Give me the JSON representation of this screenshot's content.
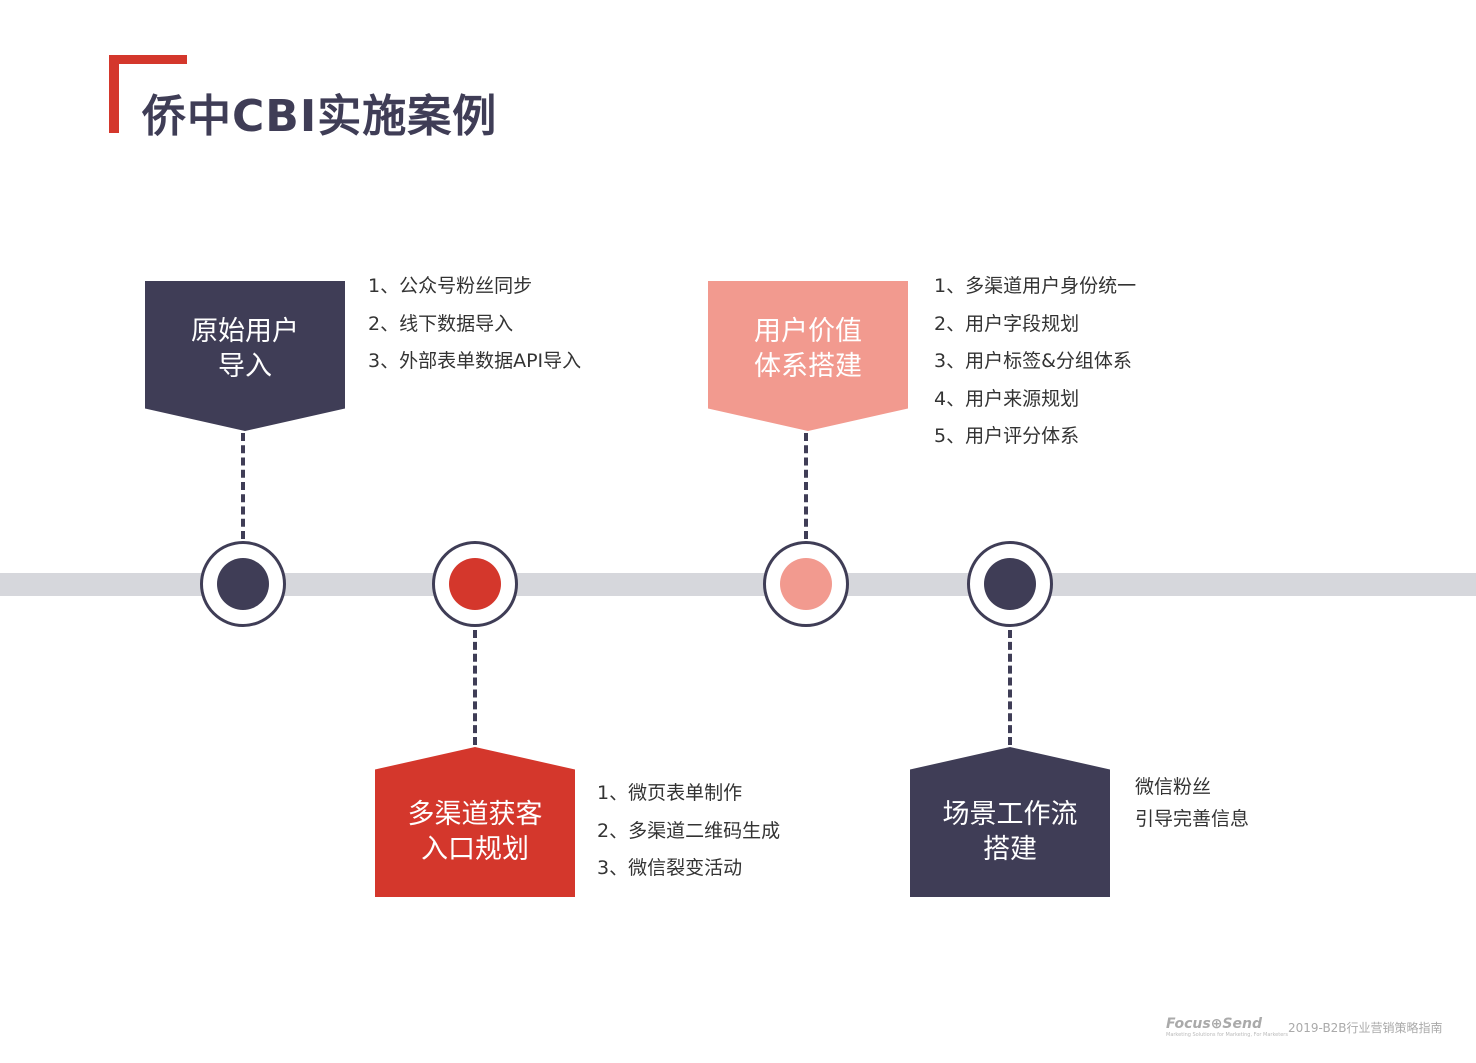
{
  "title": "侨中CBI实施案例",
  "colors": {
    "navy": "#3f3d56",
    "red": "#d4372c",
    "pink": "#f29a8f",
    "line": "#d6d7dc"
  },
  "steps": [
    {
      "label_line1": "原始用户",
      "label_line2": "导入",
      "items": [
        "1、公众号粉丝同步",
        "2、线下数据导入",
        "3、外部表单数据API导入"
      ]
    },
    {
      "label_line1": "多渠道获客",
      "label_line2": "入口规划",
      "items": [
        "1、微页表单制作",
        "2、多渠道二维码生成",
        "3、微信裂变活动"
      ]
    },
    {
      "label_line1": "用户价值",
      "label_line2": "体系搭建",
      "items": [
        "1、多渠道用户身份统一",
        "2、用户字段规划",
        "3、用户标签&分组体系",
        "4、用户来源规划",
        "5、用户评分体系"
      ]
    },
    {
      "label_line1": "场景工作流",
      "label_line2": "搭建",
      "items": [
        "微信粉丝",
        "引导完善信息"
      ]
    }
  ],
  "footer": {
    "logo": "Focus⊕Send",
    "logo_tagline": "Marketing Solutions for Marketing, For Marketers",
    "text": "2019-B2B行业营销策略指南"
  }
}
